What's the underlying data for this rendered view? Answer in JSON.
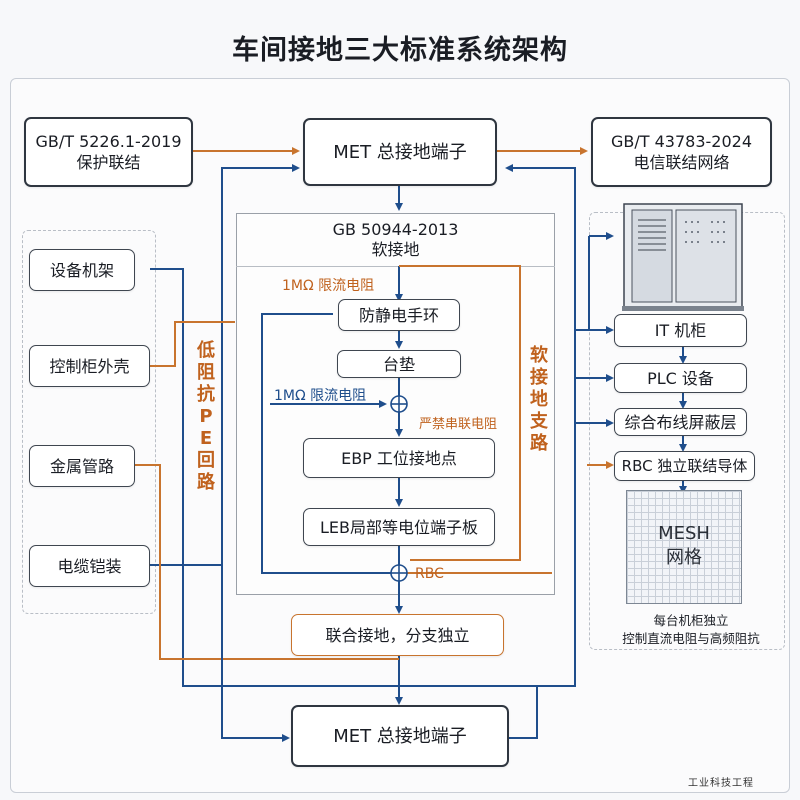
{
  "title": "车间接地三大标准系统架构",
  "standards": {
    "left": {
      "line1": "GB/T 5226.1-2019",
      "line2": "保护联结"
    },
    "center": {
      "line1": "GB 50944-2013",
      "line2": "软接地"
    },
    "right": {
      "line1": "GB/T 43783-2024",
      "line2": "电信联结网络"
    }
  },
  "met_top": "MET 总接地端子",
  "met_bottom": "MET 总接地端子",
  "left_items": [
    "设备机架",
    "控制柜外壳",
    "金属管路",
    "电缆铠装"
  ],
  "left_route_label": "低阻抗PE回路",
  "center_items": {
    "wrist_strap": "防静电手环",
    "mat": "台垫",
    "ebp": "EBP 工位接地点",
    "leb": "LEB局部等电位端子板"
  },
  "center_labels": {
    "r1": "1MΩ 限流电阻",
    "r2": "1MΩ 限流电阻",
    "no_series": "严禁串联电阻",
    "rbc": "RBC",
    "soft_branch": "软接地支路"
  },
  "joint": "联合接地，分支独立",
  "right_items": [
    "IT 机柜",
    "PLC 设备",
    "综合布线屏蔽层",
    "RBC 独立联结导体"
  ],
  "mesh": {
    "line1": "MESH",
    "line2": "网格"
  },
  "mesh_note": {
    "line1": "每台机柜独立",
    "line2": "控制直流电阻与高频阻抗"
  },
  "logo": "工业科技工程",
  "colors": {
    "blue": "#1f4e8c",
    "orange": "#c8742e",
    "dark": "#2f3640"
  }
}
